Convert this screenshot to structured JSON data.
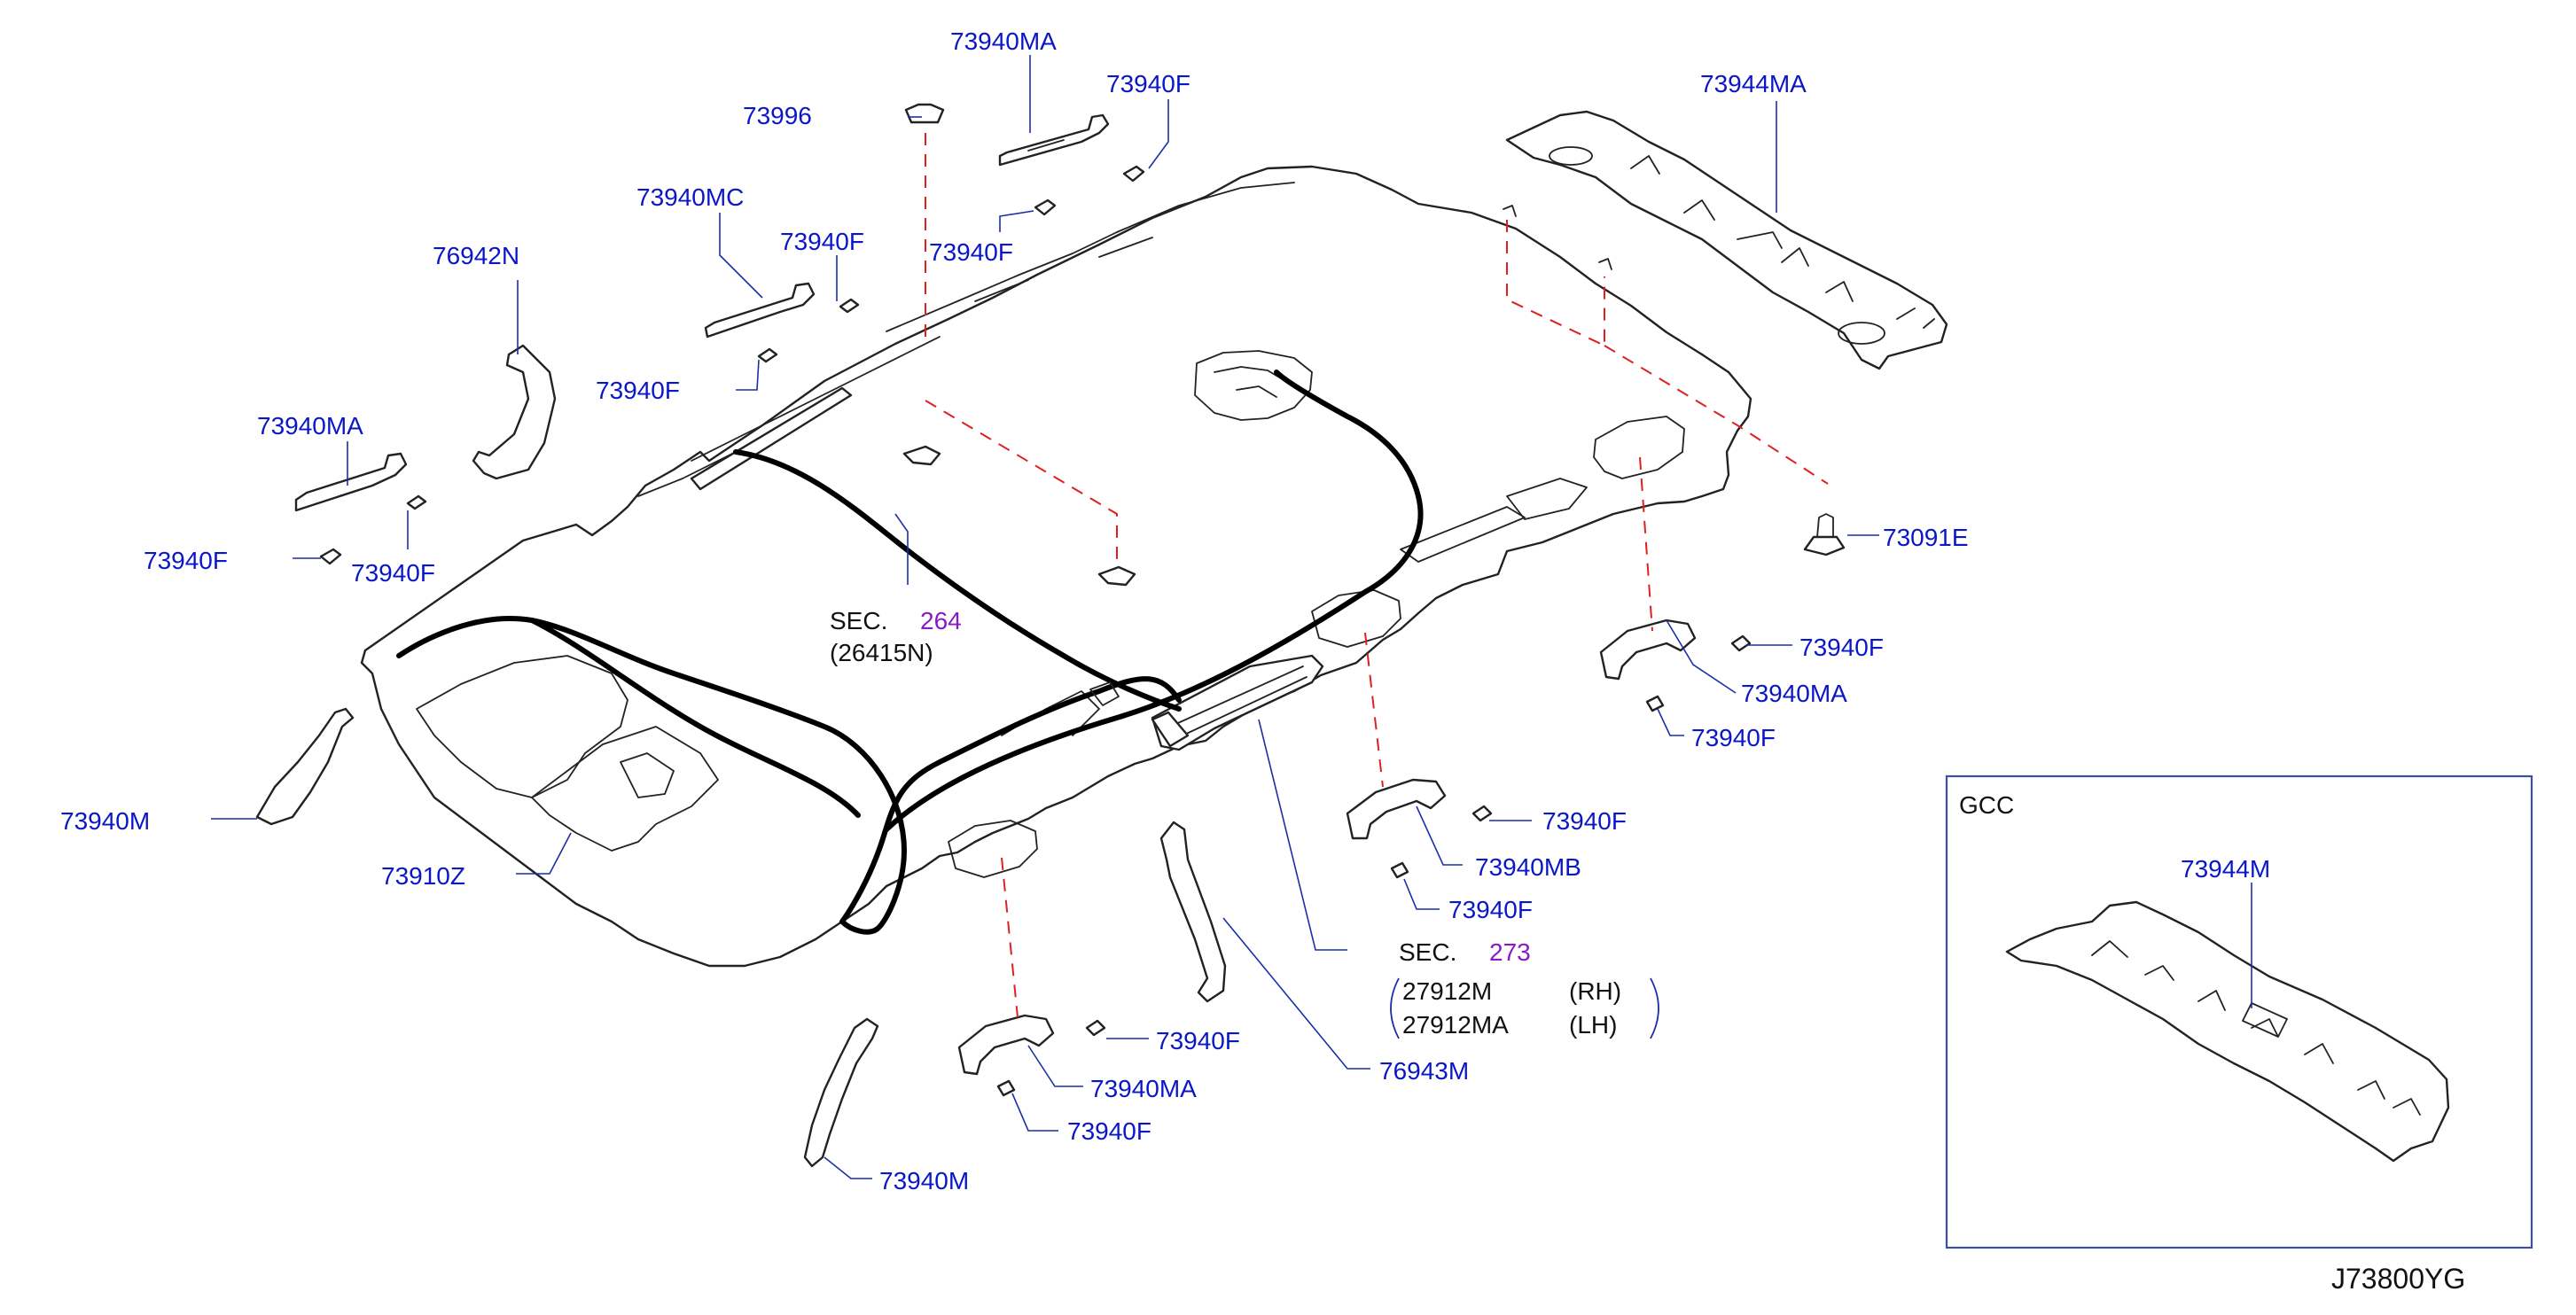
{
  "diagram": {
    "drawing_number": "J73800YG",
    "inset_title": "GCC",
    "callouts": {
      "p73940MA_top": "73940MA",
      "p73940F_top": "73940F",
      "p73996": "73996",
      "p73940F_mid": "73940F",
      "p73940MC": "73940MC",
      "p73940F_mc": "73940F",
      "p73940F_mc2": "73940F",
      "p76942N": "76942N",
      "p73940MA_left": "73940MA",
      "p73940F_left1": "73940F",
      "p73940F_left2": "73940F",
      "p73944MA": "73944MA",
      "p73091E": "73091E",
      "p73940F_r1": "73940F",
      "p73940MA_right": "73940MA",
      "p73940F_r2": "73940F",
      "p73940F_mb1": "73940F",
      "p73940MB": "73940MB",
      "p73940F_mb2": "73940F",
      "p73940M_left": "73940M",
      "p73910Z": "73910Z",
      "p73940F_bot1": "73940F",
      "p73940MA_bot": "73940MA",
      "p73940F_bot2": "73940F",
      "p73940M_bot": "73940M",
      "p76943M": "76943M",
      "p73944M": "73944M"
    },
    "sec264": {
      "prefix": "SEC.",
      "number": "264",
      "part": "(26415N)"
    },
    "sec273": {
      "prefix": "SEC.",
      "number": "273",
      "rows": [
        {
          "part": "27912M",
          "side": "(RH)"
        },
        {
          "part": "27912MA",
          "side": "(LH)"
        }
      ]
    }
  }
}
